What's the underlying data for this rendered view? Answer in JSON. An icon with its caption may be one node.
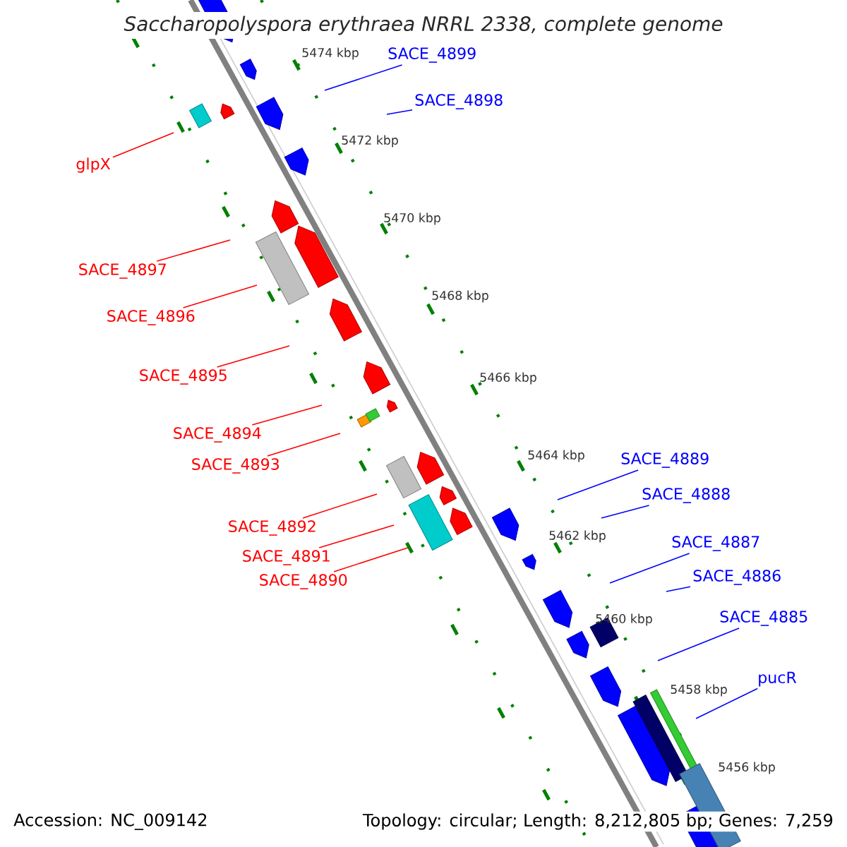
{
  "diagram": {
    "title": "Saccharopolyspora erythraea NRRL 2338, complete genome",
    "nodes": [
      {
        "text": [
          "SACE_4899"
        ]
      },
      {
        "text": [
          "SACE_4898"
        ]
      },
      {
        "text": [
          "glpX"
        ]
      },
      {
        "text": [
          "SACE_4897"
        ]
      },
      {
        "text": [
          "SACE_4896"
        ]
      },
      {
        "text": [
          "SACE_4895"
        ]
      },
      {
        "text": [
          "SACE_4894"
        ]
      },
      {
        "text": [
          "SACE_4893"
        ]
      },
      {
        "text": [
          "SACE_4889"
        ]
      },
      {
        "text": [
          "SACE_4888"
        ]
      },
      {
        "text": [
          "SACE_4892"
        ]
      },
      {
        "text": [
          "SACE_4887"
        ]
      },
      {
        "text": [
          "SACE_4891"
        ]
      },
      {
        "text": [
          "SACE_4886"
        ]
      },
      {
        "text": [
          "SACE_4890"
        ]
      },
      {
        "text": [
          "SACE_4885"
        ]
      },
      {
        "text": [
          "pucR"
        ]
      }
    ],
    "edges": [
      {
        "from": 0,
        "to": null,
        "arrow": "none",
        "color": "#0000ff"
      },
      {
        "from": 1,
        "to": null,
        "arrow": "none",
        "color": "#0000ff"
      },
      {
        "from": 2,
        "to": null,
        "arrow": "none",
        "color": "#ff0000"
      },
      {
        "from": 3,
        "to": null,
        "arrow": "none",
        "color": "#ff0000"
      },
      {
        "from": 4,
        "to": null,
        "arrow": "none",
        "color": "#ff0000"
      },
      {
        "from": 5,
        "to": null,
        "arrow": "none",
        "color": "#ff0000"
      },
      {
        "from": 6,
        "to": null,
        "arrow": "none",
        "color": "#ff0000"
      },
      {
        "from": 7,
        "to": null,
        "arrow": "none",
        "color": "#ff0000"
      },
      {
        "from": 8,
        "to": null,
        "arrow": "none",
        "color": "#0000ff"
      },
      {
        "from": 9,
        "to": null,
        "arrow": "none",
        "color": "#0000ff"
      },
      {
        "from": 10,
        "to": null,
        "arrow": "none",
        "color": "#ff0000"
      },
      {
        "from": 11,
        "to": null,
        "arrow": "none",
        "color": "#0000ff"
      },
      {
        "from": 12,
        "to": null,
        "arrow": "none",
        "color": "#ff0000"
      },
      {
        "from": 13,
        "to": null,
        "arrow": "none",
        "color": "#0000ff"
      },
      {
        "from": 14,
        "to": null,
        "arrow": "none",
        "color": "#ff0000"
      },
      {
        "from": 15,
        "to": null,
        "arrow": "none",
        "color": "#0000ff"
      },
      {
        "from": 16,
        "to": null,
        "arrow": "none",
        "color": "#0000ff"
      }
    ],
    "labels": [
      "5474 kbp",
      "5472 kbp",
      "5470 kbp",
      "5468 kbp",
      "5466 kbp",
      "5464 kbp",
      "5462 kbp",
      "5460 kbp",
      "5458 kbp",
      "5456 kbp",
      "Accession: NC_009142",
      "Topology: circular; Length: 8,212,805 bp; Genes: 7,259"
    ]
  }
}
